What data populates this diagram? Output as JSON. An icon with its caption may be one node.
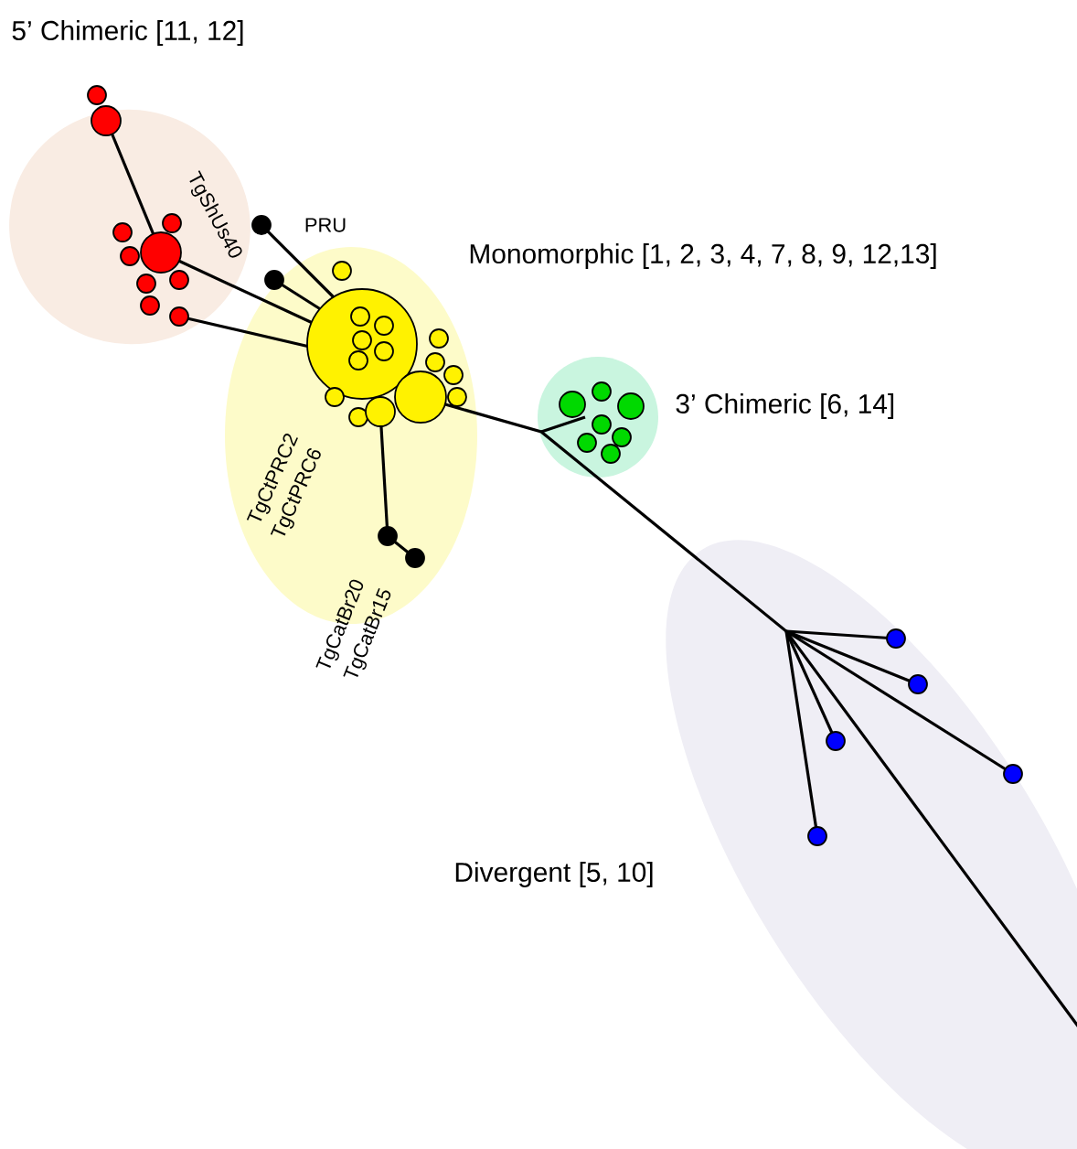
{
  "diagram": {
    "nodes": [
      {
        "text": [
          "5’ Chimeric [11, 12]"
        ]
      },
      {
        "text": [
          "Monomorphic [1, 2, 3, 4, 7, 8, 9, 12,13]"
        ]
      },
      {
        "text": [
          "3’ Chimeric [6, 14]"
        ]
      },
      {
        "text": [
          "Divergent [5, 10]"
        ]
      }
    ],
    "labels": [
      "TgShUs40",
      "PRU",
      "TgCtPRC2",
      "TgCtPRC6",
      "TgCatBr20",
      "TgCatBr15"
    ]
  }
}
